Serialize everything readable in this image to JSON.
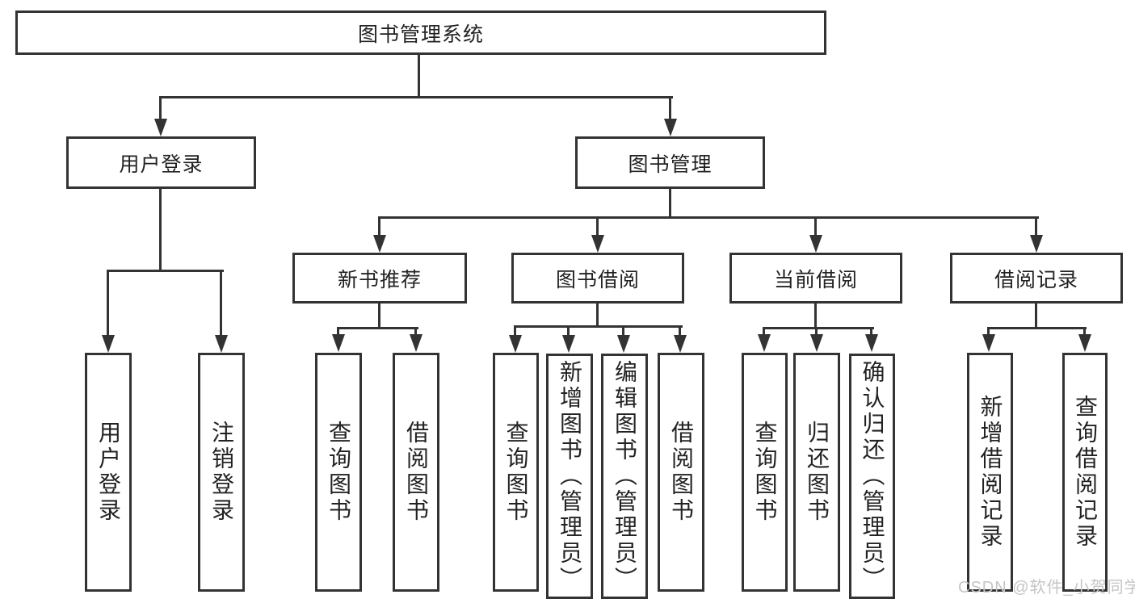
{
  "title": {
    "label": "图书管理系统"
  },
  "level2": {
    "user_login": "用户登录",
    "book_mgmt": "图书管理"
  },
  "level3": {
    "new_books": "新书推荐",
    "book_borrow": "图书借阅",
    "current_borrow": "当前借阅",
    "borrow_records": "借阅记录"
  },
  "leaves": {
    "user_login": [
      "用户登录",
      "注销登录"
    ],
    "new_books": [
      "查询图书",
      "借阅图书"
    ],
    "book_borrow": [
      "查询图书",
      "新增图书（管理员）",
      "编辑图书（管理员）",
      "借阅图书"
    ],
    "current_borrow": [
      "查询图书",
      "归还图书",
      "确认归还（管理员）"
    ],
    "borrow_records": [
      "新增借阅记录",
      "查询借阅记录"
    ]
  },
  "watermark": "CSDN @软件_小贺同学",
  "colors": {
    "line": "#333333",
    "text": "#222222",
    "watermark": "#c5c5c5",
    "background": "#ffffff"
  }
}
